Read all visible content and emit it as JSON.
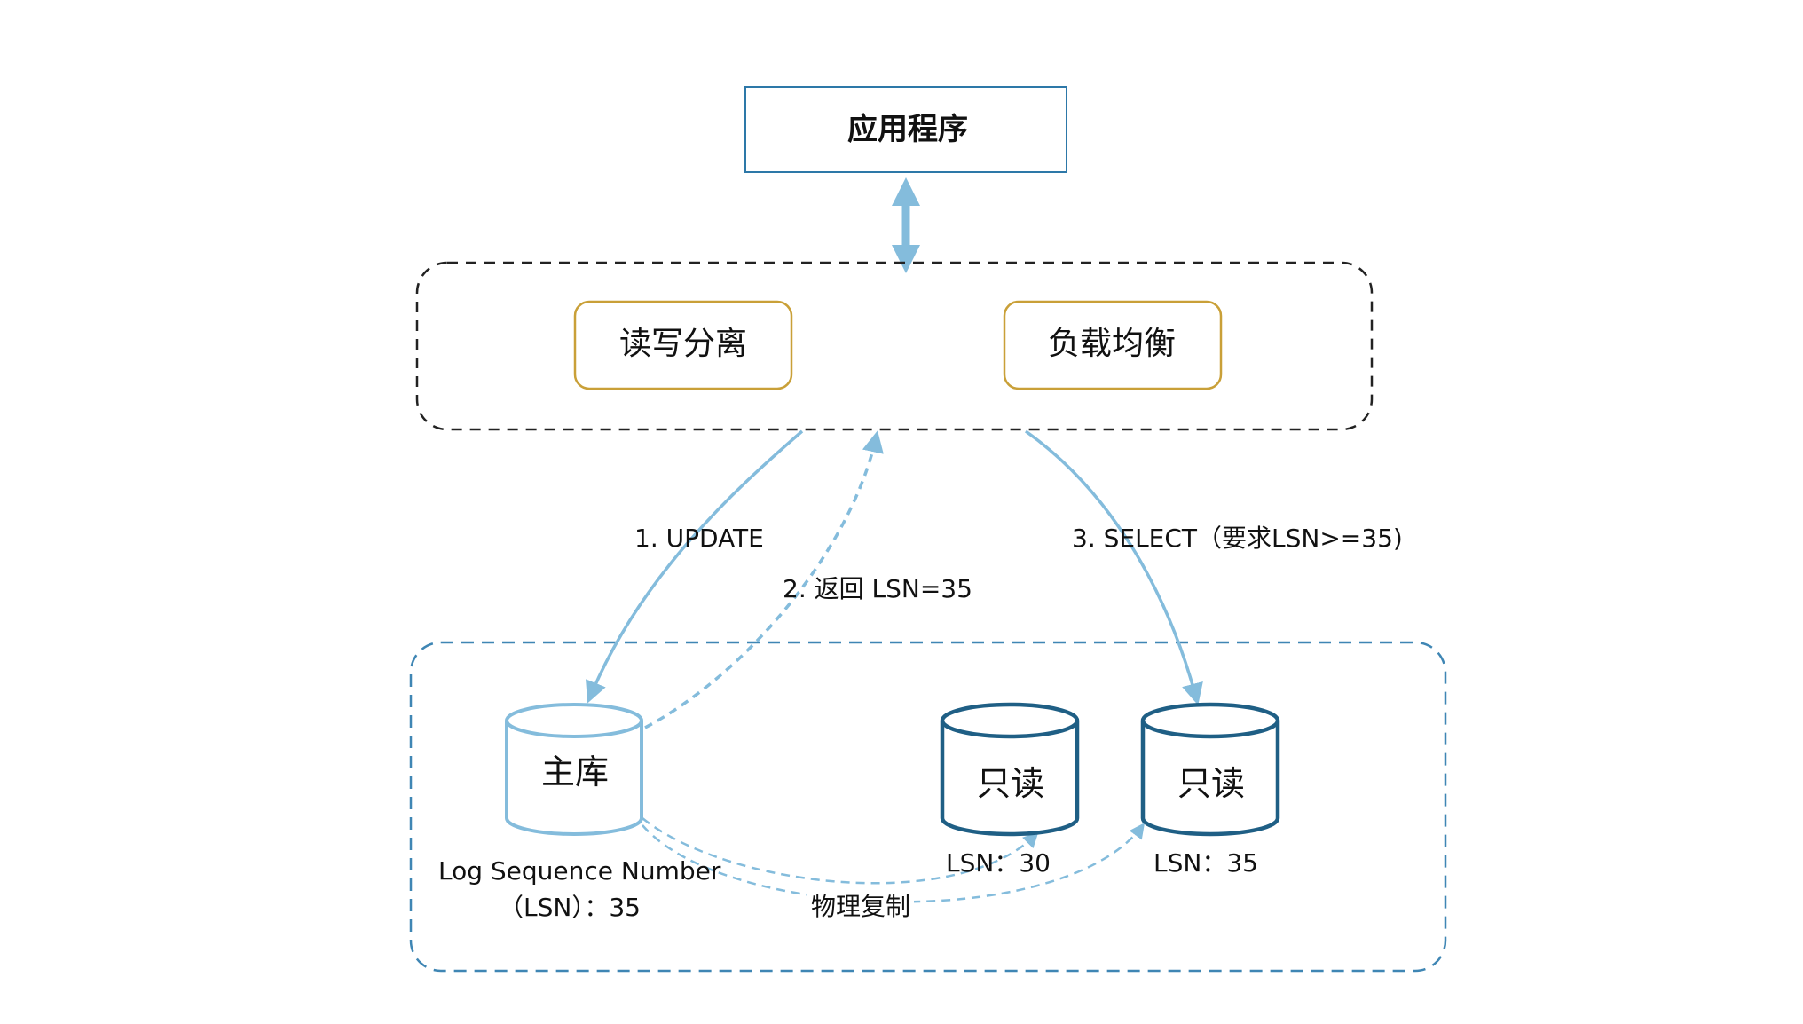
{
  "colors": {
    "primary_db": "#84bcdc",
    "replica_db": "#1f5f85",
    "flow": "#84bcdc",
    "middleware_box": "#c9a038",
    "app_box": "#2d78a8"
  },
  "application": {
    "label": "应用程序"
  },
  "middleware": {
    "rw_split": "读写分离",
    "load_balance": "负载均衡"
  },
  "edges": {
    "update": "1. UPDATE",
    "return_lsn": "2. 返回 LSN=35",
    "select": "3. SELECT（要求LSN>=35)",
    "replication": "物理复制"
  },
  "primary": {
    "label": "主库",
    "lsn_line1": "Log Sequence Number",
    "lsn_line2": "（LSN）：35"
  },
  "replicas": [
    {
      "label": "只读",
      "lsn": "LSN：30"
    },
    {
      "label": "只读",
      "lsn": "LSN：35"
    }
  ]
}
